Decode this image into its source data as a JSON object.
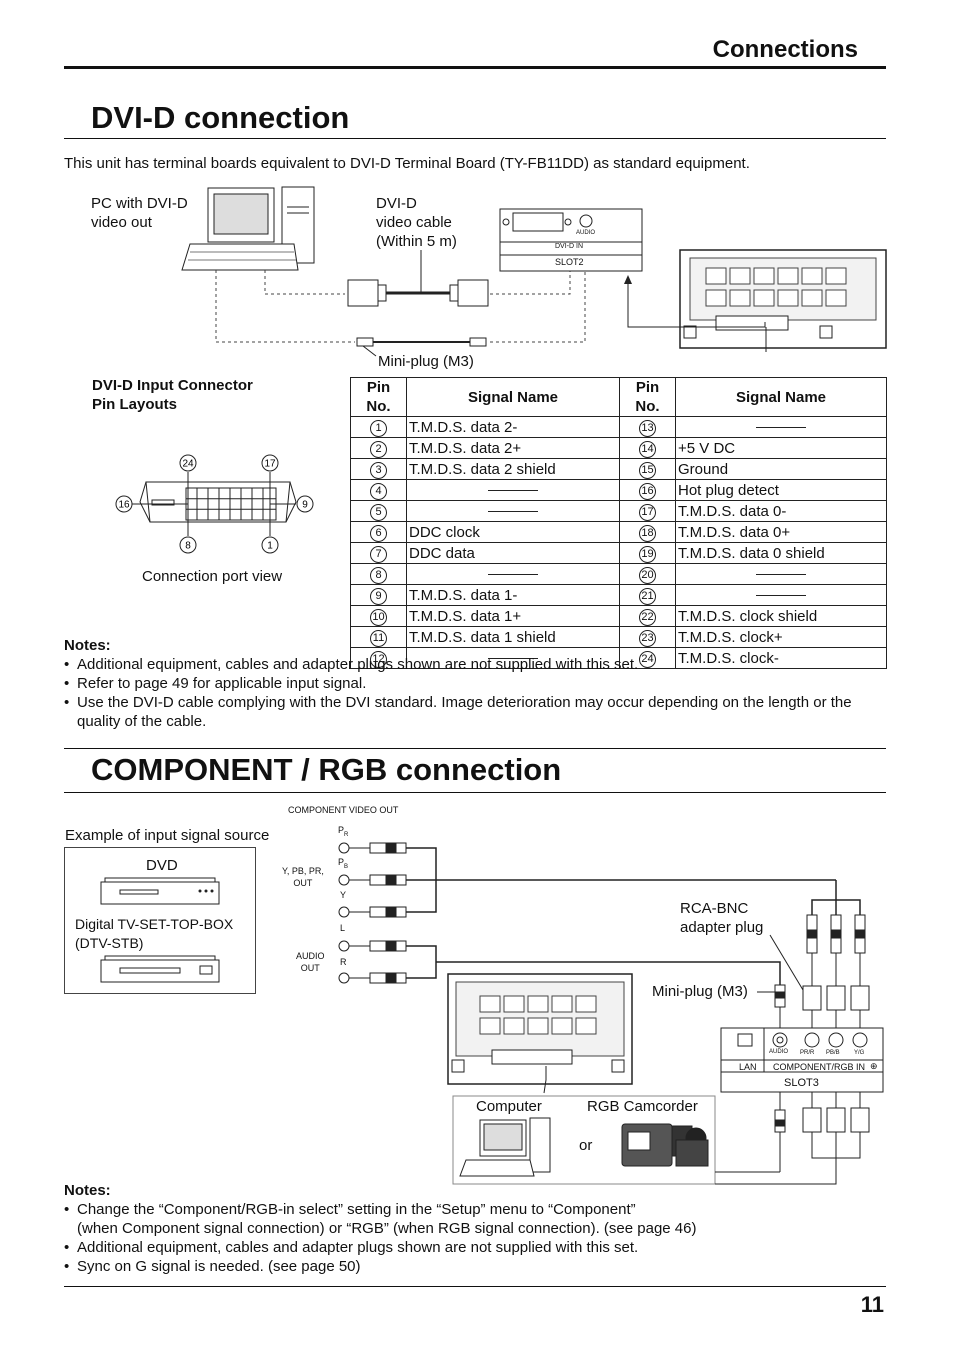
{
  "header": {
    "section": "Connections"
  },
  "dvi": {
    "title": "DVI-D connection",
    "intro": "This unit has terminal boards equivalent to DVI-D Terminal Board (TY-FB11DD) as standard equipment.",
    "pc_label_1": "PC with DVI-D",
    "pc_label_2": "video out",
    "cable_label_1": "DVI-D",
    "cable_label_2": "video cable",
    "cable_label_3": "(Within 5 m)",
    "terminal_in": "DVI-D IN",
    "terminal_audio": "AUDIO",
    "terminal_slot": "SLOT2",
    "mini_plug": "Mini-plug (M3)",
    "pin_layout_title_1": "DVI-D Input Connector",
    "pin_layout_title_2": "Pin Layouts",
    "port_view": "Connection port view",
    "diagram_pins": {
      "top_left": "24",
      "top_right": "17",
      "left": "16",
      "right": "9",
      "bottom_left": "8",
      "bottom_right": "1"
    },
    "table_headers": [
      "Pin No.",
      "Signal Name",
      "Pin No.",
      "Signal Name"
    ],
    "table_rows": [
      {
        "p1": "1",
        "s1": "T.M.D.S. data 2-",
        "p2": "13",
        "s2": ""
      },
      {
        "p1": "2",
        "s1": "T.M.D.S. data 2+",
        "p2": "14",
        "s2": "+5 V DC"
      },
      {
        "p1": "3",
        "s1": "T.M.D.S. data 2 shield",
        "p2": "15",
        "s2": "Ground"
      },
      {
        "p1": "4",
        "s1": "",
        "p2": "16",
        "s2": "Hot plug detect"
      },
      {
        "p1": "5",
        "s1": "",
        "p2": "17",
        "s2": "T.M.D.S. data 0-"
      },
      {
        "p1": "6",
        "s1": "DDC clock",
        "p2": "18",
        "s2": "T.M.D.S. data 0+"
      },
      {
        "p1": "7",
        "s1": "DDC data",
        "p2": "19",
        "s2": "T.M.D.S. data 0 shield"
      },
      {
        "p1": "8",
        "s1": "",
        "p2": "20",
        "s2": ""
      },
      {
        "p1": "9",
        "s1": "T.M.D.S. data 1-",
        "p2": "21",
        "s2": ""
      },
      {
        "p1": "10",
        "s1": "T.M.D.S. data 1+",
        "p2": "22",
        "s2": "T.M.D.S. clock shield"
      },
      {
        "p1": "11",
        "s1": "T.M.D.S. data 1 shield",
        "p2": "23",
        "s2": "T.M.D.S. clock+"
      },
      {
        "p1": "12",
        "s1": "",
        "p2": "24",
        "s2": "T.M.D.S. clock-"
      }
    ],
    "notes_title": "Notes:",
    "notes": [
      "Additional equipment, cables and adapter plugs shown are not supplied with this set.",
      "Refer to page 49 for applicable input signal.",
      "Use the DVI-D cable complying with the DVI standard. Image deterioration may occur depending on the length or the quality of the cable."
    ]
  },
  "component": {
    "title": "COMPONENT / RGB connection",
    "video_out": "COMPONENT VIDEO OUT",
    "example_label": "Example of input signal source",
    "dvd": "DVD",
    "stb_1": "Digital TV-SET-TOP-BOX",
    "stb_2": "(DTV-STB)",
    "pr": "PR",
    "pb": "PB",
    "y": "Y",
    "ypbpr_out_1": "Y, PB, PR,",
    "ypbpr_out_2": "OUT",
    "l": "L",
    "r": "R",
    "audio_out_1": "AUDIO",
    "audio_out_2": "OUT",
    "rca_bnc_1": "RCA-BNC",
    "rca_bnc_2": "adapter plug",
    "mini_plug": "Mini-plug (M3)",
    "panel_audio": "AUDIO",
    "panel_lan": "LAN",
    "panel_component": "COMPONENT/RGB IN",
    "panel_prr": "PR/R",
    "panel_pbb": "PB/B",
    "panel_yg": "Y/G",
    "panel_slot": "SLOT3",
    "computer": "Computer",
    "or": "or",
    "camcorder": "RGB Camcorder",
    "notes_title": "Notes:",
    "notes": [
      "Change the “Component/RGB-in select” setting in the “Setup” menu to “Component”",
      "Additional equipment, cables and adapter plugs shown are not supplied with this set.",
      "Sync on G signal is needed. (see page 50)"
    ],
    "note_1_cont": "(when Component signal connection) or “RGB” (when RGB signal connection). (see page 46)"
  },
  "footer": {
    "page_number": "11"
  }
}
